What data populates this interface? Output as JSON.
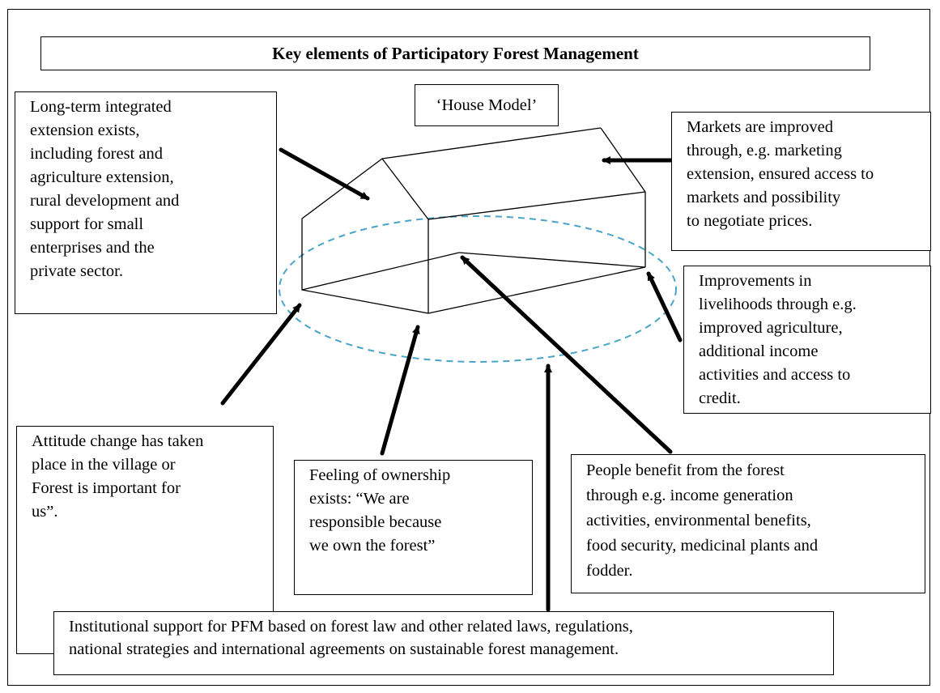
{
  "title": "Key elements of Participatory Forest Management",
  "house_label": "‘House Model’",
  "boxes": {
    "extension": "Long-term integrated\nextension exists,\nincluding forest and\nagriculture extension,\nrural development and\nsupport for small\nenterprises and the\nprivate sector.",
    "markets": "Markets are improved\nthrough, e.g. marketing\nextension, ensured access to\nmarkets and possibility\nto negotiate prices.",
    "livelihoods": "Improvements in\nlivelihoods through e.g.\nimproved agriculture,\nadditional income\nactivities and access to\ncredit.",
    "attitude": "Attitude change has taken\nplace in the village or\nForest  is  important  for\nus”.",
    "ownership": "Feeling of ownership\nexists: “We are\nresponsible because\nwe own the forest”",
    "benefits": "People benefit from the forest\nthrough e.g. income generation\nactivities, environmental benefits,\nfood security, medicinal plants and\nfodder.",
    "institutional": "Institutional support for PFM based on forest law and other related laws, regulations,\nnational strategies and international agreements on sustainable forest management."
  },
  "colors": {
    "ellipse_dash": "#4aa3c8",
    "lines": "#000000"
  }
}
